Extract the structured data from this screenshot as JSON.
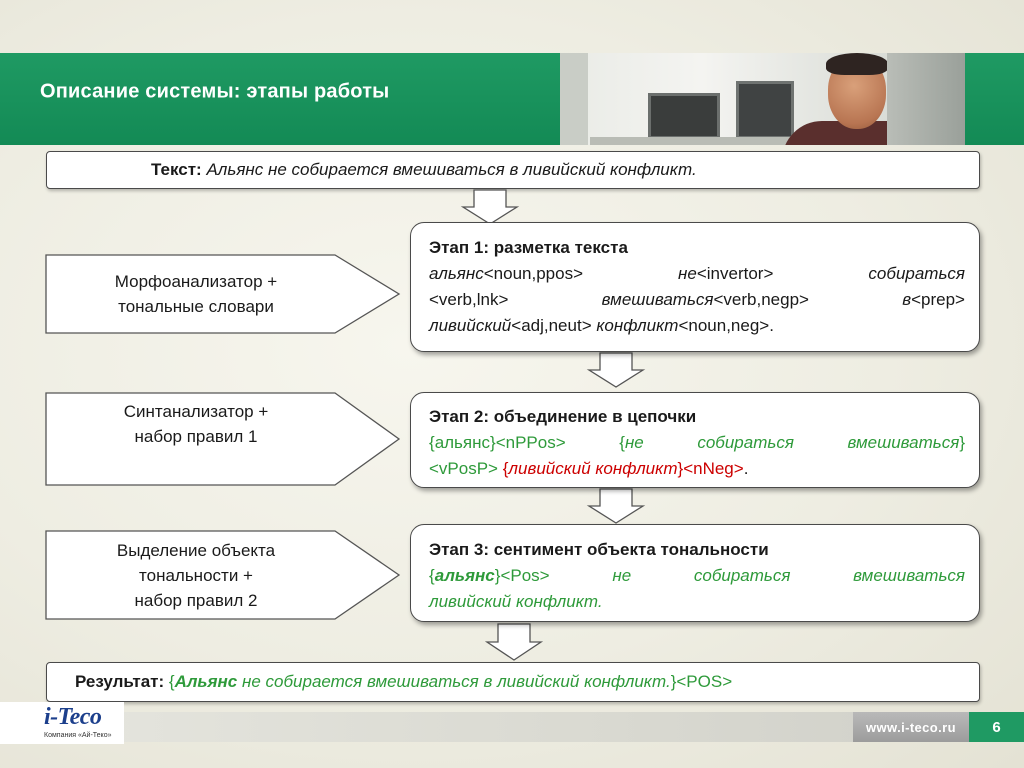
{
  "header": {
    "title": "Описание системы: этапы работы"
  },
  "input_text": {
    "label": "Текст:",
    "value": "Альянс не собирается вмешиваться в ливийский конфликт."
  },
  "tools": [
    {
      "lines": [
        "Морфоанализатор +",
        "тональные словари"
      ]
    },
    {
      "lines": [
        "Синтанализатор +",
        "набор правил 1"
      ]
    },
    {
      "lines": [
        "Выделение объекта",
        "тональности +",
        "набор правил 2"
      ]
    }
  ],
  "stages": {
    "stage1": {
      "title": "Этап 1: разметка текста",
      "line1": [
        {
          "t": "альянс",
          "style": "it"
        },
        {
          "t": "<noun,ppos>",
          "style": ""
        },
        {
          "t": "не",
          "style": "it"
        },
        {
          "t": "<invertor>",
          "style": ""
        },
        {
          "t": "собираться",
          "style": "it"
        }
      ],
      "line2": [
        {
          "t": "<verb,lnk>",
          "style": ""
        },
        {
          "t": "вмешиваться",
          "style": "it"
        },
        {
          "t": "<verb,negp>",
          "style": ""
        },
        {
          "t": "в",
          "style": "it"
        },
        {
          "t": "<prep>",
          "style": ""
        }
      ],
      "line3": [
        {
          "t": "ливийский",
          "style": "it"
        },
        {
          "t": "<adj,neut>",
          "style": ""
        },
        {
          "t": "конфликт",
          "style": "it"
        },
        {
          "t": "<noun,neg>.",
          "style": ""
        }
      ]
    },
    "stage2": {
      "title": "Этап 2: объединение в цепочки",
      "line1": {
        "a_open": "{",
        "a_word": "альянс",
        "a_close": "}",
        "a_tag": "<nPPos>",
        "b_open": "{",
        "b_words": "не собираться вмешиваться",
        "b_close": "}"
      },
      "line2": {
        "b_tag": "<vPosP>",
        "c_open": "{",
        "c_words": "ливийский конфликт",
        "c_close": "}",
        "c_tag": "<nNeg>",
        "end": "."
      }
    },
    "stage3": {
      "title": "Этап 3: сентимент объекта тональности",
      "line1": {
        "open": "{",
        "word": "альянс",
        "close": "}",
        "tag": "<Pos>",
        "rest": "не собираться вмешиваться"
      },
      "line2": "ливийский конфликт."
    }
  },
  "result": {
    "label": "Результат:",
    "open": "{",
    "word": "Альянс",
    "rest": "не собирается вмешиваться в ливийский конфликт.",
    "close": "}",
    "tag": "<POS>"
  },
  "footer": {
    "logo_text": "i-Teco",
    "logo_subtitle": "Компания «Ай-Теко»",
    "url": "www.i-teco.ru",
    "page_number": "6"
  },
  "colors": {
    "accent_green": "#1f9a63",
    "highlight_green": "#2e9a3a",
    "highlight_red": "#cc0000"
  }
}
